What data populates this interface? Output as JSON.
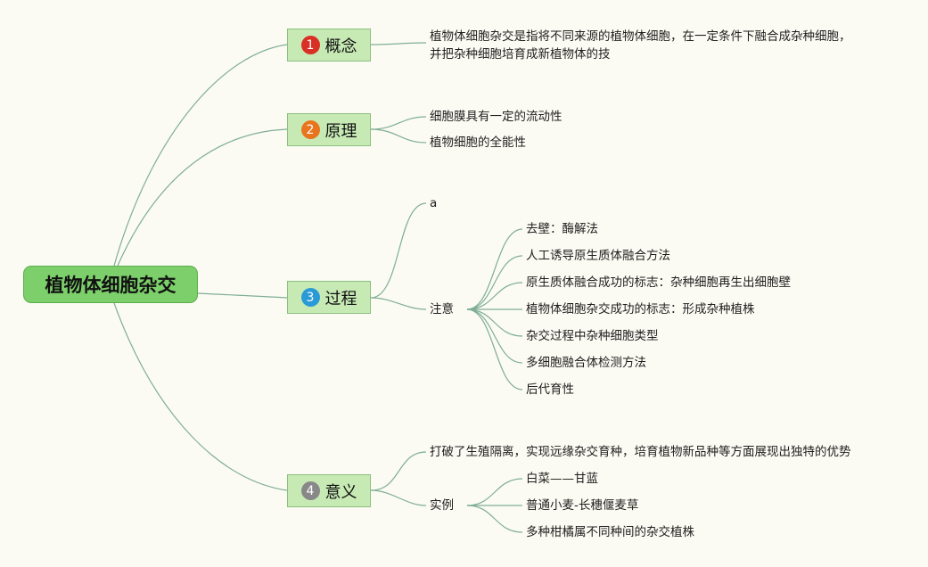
{
  "root": {
    "label": "植物体细胞杂交"
  },
  "branches": [
    {
      "num": "1",
      "label": "概念",
      "color": "#d93025"
    },
    {
      "num": "2",
      "label": "原理",
      "color": "#e8751e"
    },
    {
      "num": "3",
      "label": "过程",
      "color": "#2a9ad6"
    },
    {
      "num": "4",
      "label": "意义",
      "color": "#888888"
    }
  ],
  "concept": {
    "text_line1": "植物体细胞杂交是指将不同来源的植物体细胞，在一定条件下融合成杂种细胞，",
    "text_line2": "并把杂种细胞培育成新植物体的技"
  },
  "principle": {
    "items": [
      "细胞膜具有一定的流动性",
      "植物细胞的全能性"
    ]
  },
  "process": {
    "item_a": "a",
    "notes_label": "注意",
    "notes": [
      "去壁：酶解法",
      "人工诱导原生质体融合方法",
      "原生质体融合成功的标志：杂种细胞再生出细胞壁",
      "植物体细胞杂交成功的标志：形成杂种植株",
      "杂交过程中杂种细胞类型",
      "多细胞融合体检测方法",
      "后代育性"
    ]
  },
  "significance": {
    "main": "打破了生殖隔离，实现远缘杂交育种，培育植物新品种等方面展现出独特的优势",
    "examples_label": "实例",
    "examples": [
      "白菜——甘蓝",
      "普通小麦-长穗偃麦草",
      "多种柑橘属不同种间的杂交植株"
    ]
  }
}
